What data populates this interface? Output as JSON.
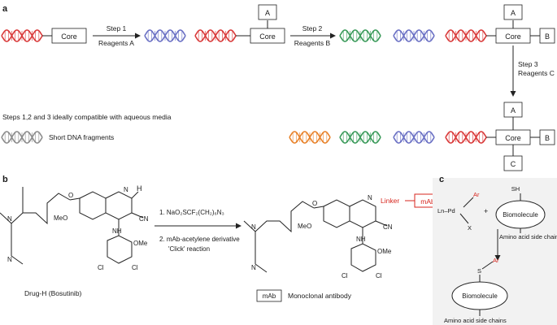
{
  "panel_labels": {
    "a": "a",
    "b": "b",
    "c": "c"
  },
  "scheme_a": {
    "core": "Core",
    "tag_a": "A",
    "tag_b": "B",
    "tag_c": "C",
    "step1": "Step 1",
    "reagents_a": "Reagents A",
    "step2": "Step 2",
    "reagents_b": "Reagents B",
    "step3": "Step 3",
    "reagents_c": "Reagents C",
    "note": "Steps 1,2 and 3 ideally compatible with aqueous media",
    "legend": "Short DNA fragments"
  },
  "scheme_b": {
    "start_caption": "Drug-H (Bosutinib)",
    "condition1": "1. NaO₂SCF₂(CH₂)₆N₃",
    "condition2": "2. mAb-acetylene derivative",
    "condition3": "'Click' reaction",
    "h_atom": "H",
    "linker": "Linker",
    "mab": "mAb",
    "legend_box": "mAb",
    "legend_text": "Monoclonal antibody",
    "atoms": {
      "n": "N",
      "cn": "CN",
      "meo": "MeO",
      "ome": "OMe",
      "nh": "NH",
      "cl": "Cl",
      "o": "O"
    }
  },
  "scheme_c": {
    "sh": "SH",
    "pd": "Ln–Pd",
    "ar": "Ar",
    "x": "X",
    "plus": "+",
    "biomolecule": "Biomolecule",
    "side_chains_top": "Amino acid side chains",
    "s": "S",
    "side_chains_bottom": "Amino acid side chains"
  },
  "colors": {
    "red": "#d93a3a",
    "blue": "#6a70c4",
    "green": "#3a9a5a",
    "orange": "#e8822a",
    "gray": "#8c8c8c",
    "panel_c_bg": "#f2f2f2",
    "highlight": "#d7261e"
  }
}
